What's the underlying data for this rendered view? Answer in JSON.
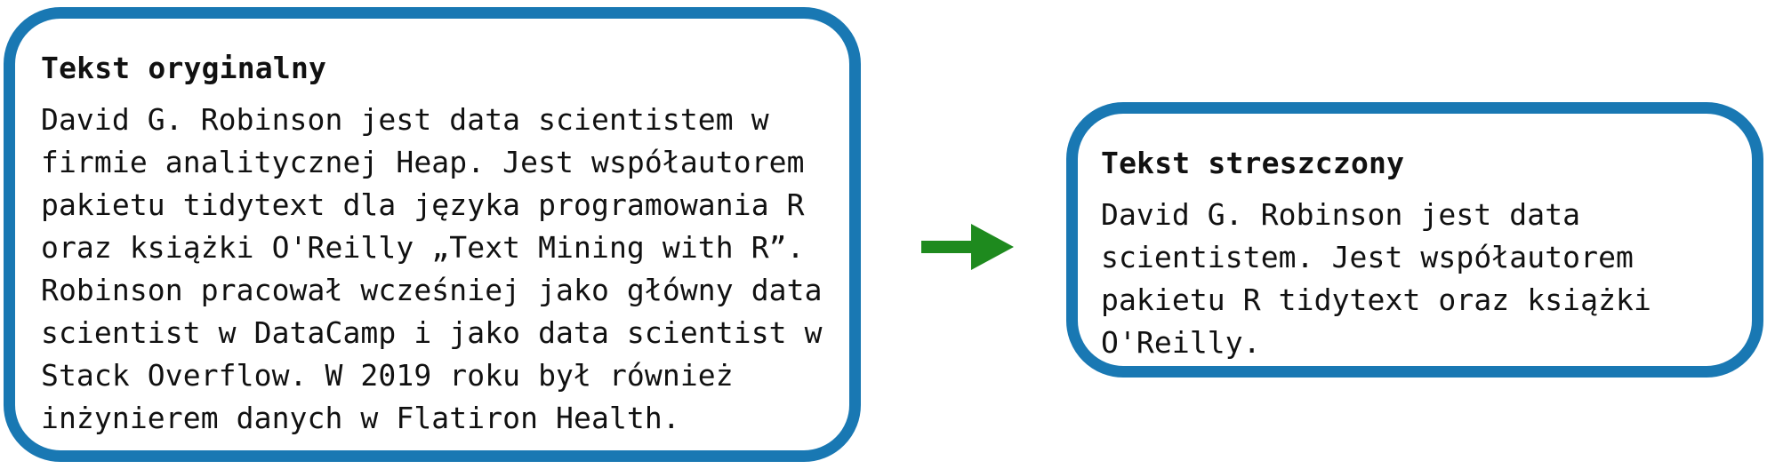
{
  "original": {
    "title": "Tekst oryginalny",
    "lines": [
      "David G. Robinson jest data scientistem w",
      "firmie analitycznej Heap. Jest współautorem",
      "pakietu tidytext dla języka programowania R",
      "oraz książki O'Reilly „Text Mining with R”.",
      "Robinson pracował wcześniej jako główny data",
      "scientist w DataCamp i jako data scientist w",
      "Stack Overflow. W 2019 roku był również",
      "inżynierem danych w Flatiron Health."
    ]
  },
  "summary": {
    "title": "Tekst streszczony",
    "lines": [
      "David G. Robinson jest data",
      "scientistem. Jest współautorem",
      "pakietu R tidytext oraz książki",
      "O'Reilly."
    ]
  },
  "colors": {
    "border": "#1978B3",
    "arrow": "#1E8A1E",
    "text": "#111111",
    "background": "#FFFFFF"
  },
  "icons": {
    "arrow": "right-arrow-icon"
  }
}
